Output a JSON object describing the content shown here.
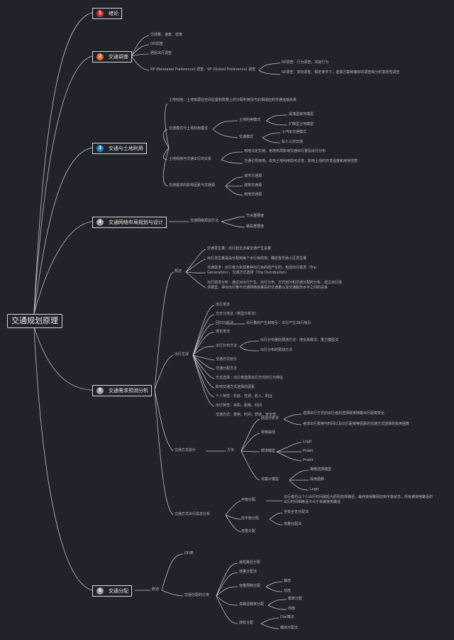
{
  "root": "交通规划原理",
  "branches": [
    {
      "num": "1",
      "label": "绪论",
      "color": "#d9322b"
    },
    {
      "num": "2",
      "label": "交通调查",
      "color": "#e8661c"
    },
    {
      "num": "3",
      "label": "交通与土地利用",
      "color": "#1f86c9"
    },
    {
      "num": "4",
      "label": "交通网络布局规划与设计",
      "color": "#9aa0a6"
    },
    {
      "num": "5",
      "label": "交通需求预测分析",
      "color": "#9aa0a6"
    },
    {
      "num": "6",
      "label": "交通分配",
      "color": "#9aa0a6"
    }
  ],
  "b2": [
    "交通量、速度、密度",
    "OD调查",
    "居民出行调查"
  ],
  "b2c": {
    "parent": "RP (Revealed Preference) 调查，SP (Stated Preference) 调查",
    "kids": [
      "RP调查：行为调查，实际行为",
      "SP调查：意向调查，假定条件下，选择方案和偏好的调查和分析意愿性调查"
    ]
  },
  "b3": {
    "top": "土地利用：土地资源在空间位置和数量上的分配利用及与此相适应的交通运输关系",
    "a": "交通模式与土地利用模式",
    "a1": "土地利用模式",
    "a1k": [
      "紧凑型城市模型",
      "扩散型土地模型"
    ],
    "a2": "交通模式",
    "a2k": [
      "小汽车交通模式",
      "私人公共交通"
    ],
    "b": "土地利用与交通出行的关系",
    "bk": [
      "用地决定交通，用地布局影响交通出行量及出行分布",
      "交通引导用地，改变土地利用的可达性，影响土地的开发强度和用地性质"
    ],
    "c": "交通需求的影响因素与交通源",
    "ck": [
      "城市交通源",
      "建筑交通源",
      "用地交通源"
    ]
  },
  "b4": {
    "mid": "交通网络规划方法",
    "kids": [
      "节点重要度",
      "路段重要度"
    ]
  },
  "b5": {
    "g1": "概述",
    "g1k": [
      "交通发生量：出行起讫点或交通产生总量",
      "出行发生量是由分配到每个出行目的地，确定各交通小区发生量",
      "交通需求：出行者为实现某种出行目的而产生的，包括出行需求（Trip Generation），交通方式选择（Trip Distribution）",
      "出行需求分析：通过对出行产生、出行分布、方式划分和交通分配的分析，建立出行需求模型，得出出行量与交通网络各路段的交通量以及交通服务水平之间的关系"
    ],
    "g2": "出行生成",
    "g2k": [
      "出行率法",
      "交叉分类法（类型分析法）",
      "回归分析法",
      "增长率法"
    ],
    "g2s": "出行量的产生和吸引：出行产生/出行吸引",
    "g2m": "出行分布方法",
    "g2mk": [
      "出行分布量的预测方法：增长系数法、重力模型法",
      "出行分布的预测方法"
    ],
    "g2k2": [
      "交通方式划分",
      "交通分配方法",
      "方式选择：出行者选择出行方式的行为特征",
      "影响交通方式选择的因素",
      "个人特性：年龄、性别、收入、职业",
      "出行特性：目的、距离、时间",
      "交通方式：费用、时间、舒适、安全性"
    ],
    "g3": "交通方式划分",
    "g3c": "方法",
    "g3a": "经验分析法",
    "g3ak": [
      "选择出行方式的出行者的选择概率随着出行距离变化",
      "考虑出行费用与时间以及出行距离等因素的交通方式选择的效用函数"
    ],
    "g3b": "转移曲线",
    "g3c2": "概率模型",
    "g3ck": [
      "Logit",
      "Probit",
      "Probit"
    ],
    "g3d": "非集计模型",
    "g3dk": [
      "离散选择模型",
      "效用函数",
      "Logit"
    ],
    "g4": "交通方式出行需求分析",
    "g4a": "平衡分配",
    "g4ak": "出行者均以个人出行时间最短为原则选择路径，最终使得路网达到平衡状态，所有被使用路径的出行时间相等且不大于未被使用路径",
    "g4b": "非平衡分配",
    "g4bk": [
      "全有全无分配法",
      "增量分配法"
    ],
    "g4c": "容量分配"
  },
  "b6": {
    "mid": "概述",
    "a": "OD表",
    "b": "交通分配的分类",
    "bk": [
      "最短路径分配",
      "增量分配法"
    ],
    "c": "容量限制分配",
    "ck": [
      "静态",
      "动态"
    ],
    "d": "多路径概率分配",
    "dk": [
      "概率分配",
      "均衡"
    ],
    "e": "随机分配",
    "ek": [
      "Dial算法",
      "模拟分配法"
    ]
  }
}
